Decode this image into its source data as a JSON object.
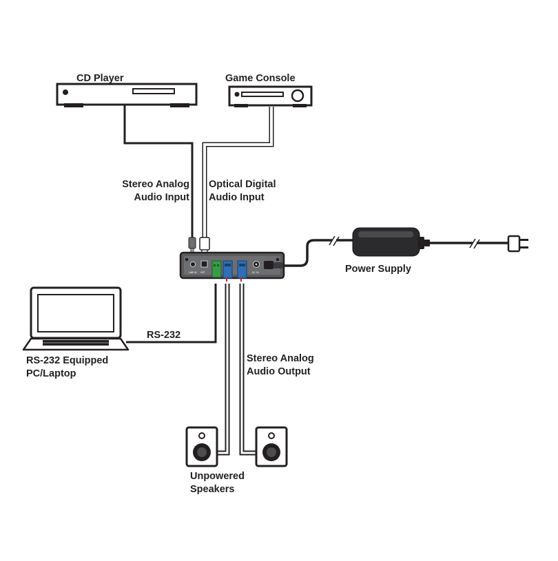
{
  "devices": {
    "cd_player": "CD Player",
    "game_console": "Game Console",
    "power_supply": "Power Supply",
    "laptop": [
      "RS-232 Equipped",
      "PC/Laptop"
    ],
    "speakers": [
      "Unpowered",
      "Speakers"
    ]
  },
  "connections": {
    "stereo_input": [
      "Stereo Analog",
      "Audio Input"
    ],
    "optical_input": [
      "Optical Digital",
      "Audio Input"
    ],
    "rs232": "RS-232",
    "stereo_output": [
      "Stereo Analog",
      "Audio Output"
    ]
  },
  "device_ports": {
    "line_in": "LINE IN",
    "opt": "OPT",
    "dc_in": "DC 5V"
  }
}
